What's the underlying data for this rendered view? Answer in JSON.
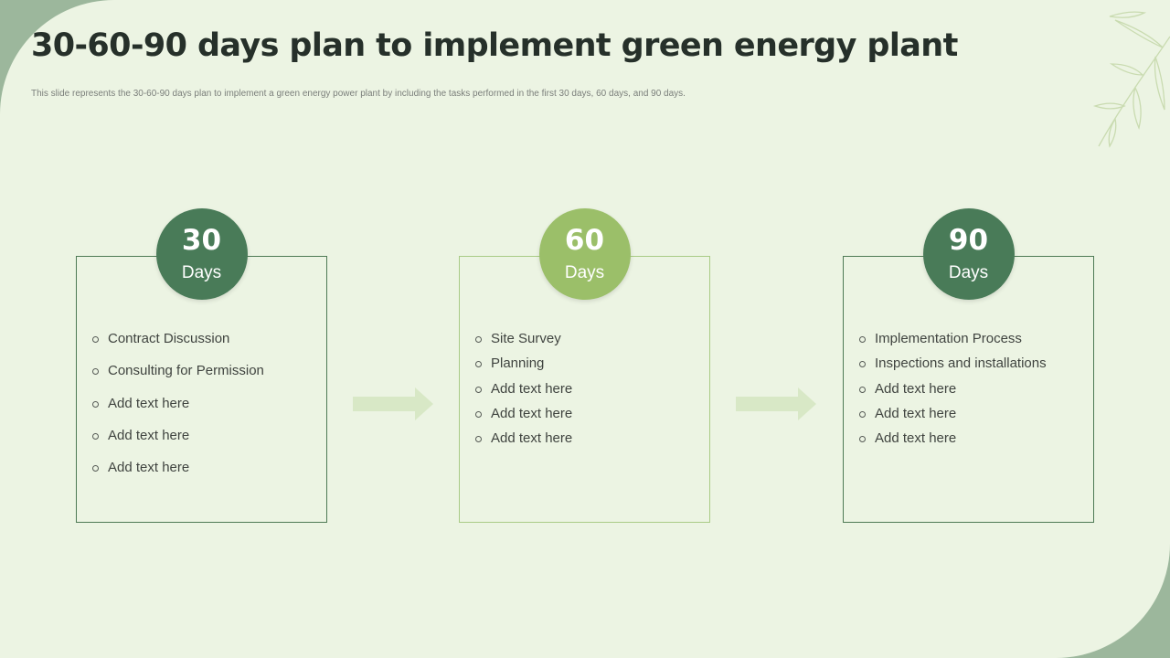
{
  "title": "30-60-90 days plan to implement green energy plant",
  "subtitle": "This slide represents the 30-60-90 days plan to implement a green energy power plant by including the tasks performed in the first 30 days, 60 days, and 90 days.",
  "colors": {
    "dark_green": "#497b58",
    "light_green": "#9bbf69",
    "background": "#ecf4e3",
    "arrow": "#d8e8c6"
  },
  "phases": [
    {
      "number": "30",
      "unit": "Days",
      "items": [
        "Contract Discussion",
        "Consulting for Permission",
        "Add text here",
        "Add text here",
        "Add text here"
      ]
    },
    {
      "number": "60",
      "unit": "Days",
      "items": [
        "Site Survey",
        "Planning",
        "Add text here",
        "Add text here",
        "Add text here"
      ]
    },
    {
      "number": "90",
      "unit": "Days",
      "items": [
        "Implementation Process",
        "Inspections and installations",
        "Add text here",
        "Add text here",
        "Add text here"
      ]
    }
  ]
}
